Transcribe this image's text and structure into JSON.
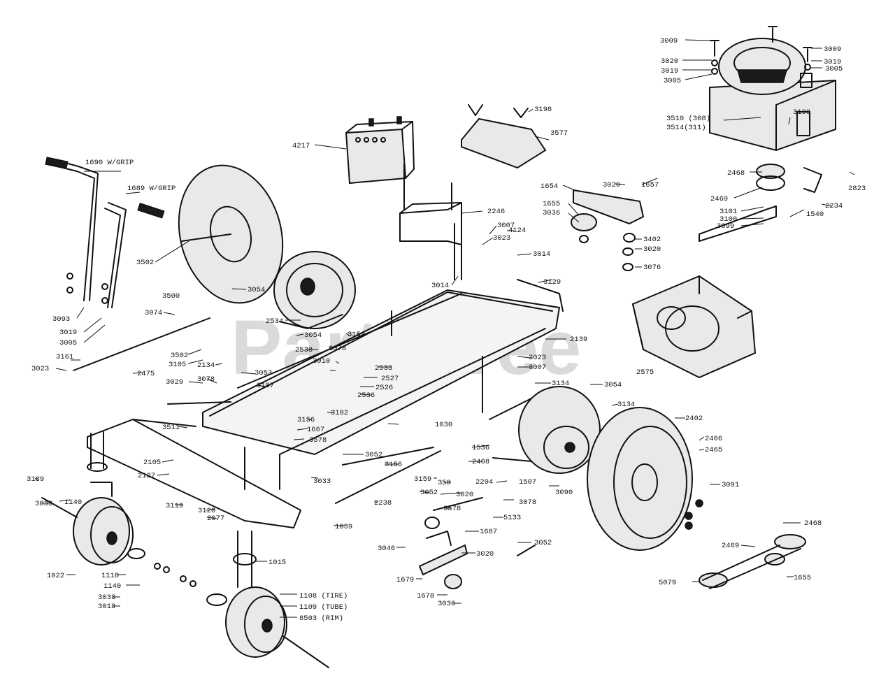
{
  "watermark": "PartsTree",
  "callouts": [
    {
      "id": "c3009a",
      "text": "3009"
    },
    {
      "id": "c3020a",
      "text": "3020"
    },
    {
      "id": "c3019a",
      "text": "3019"
    },
    {
      "id": "c3005a",
      "text": "3005"
    },
    {
      "id": "c3009b",
      "text": "3009"
    },
    {
      "id": "c3019b",
      "text": "3019"
    },
    {
      "id": "c3005b",
      "text": "3005"
    },
    {
      "id": "c3198",
      "text": "3198"
    },
    {
      "id": "c3577",
      "text": "3577"
    },
    {
      "id": "c3510",
      "text": "3510 (308)"
    },
    {
      "id": "c3514",
      "text": "3514(311)"
    },
    {
      "id": "c3199",
      "text": "3199"
    },
    {
      "id": "c4217",
      "text": "4217"
    },
    {
      "id": "c1690",
      "text": "1690 W/GRIP"
    },
    {
      "id": "c1689",
      "text": "1689 W/GRIP"
    },
    {
      "id": "c2468a",
      "text": "2468"
    },
    {
      "id": "c2823",
      "text": "2823"
    },
    {
      "id": "c1654",
      "text": "1654"
    },
    {
      "id": "c3020b",
      "text": "3020"
    },
    {
      "id": "c1657",
      "text": "1657"
    },
    {
      "id": "c2469a",
      "text": "2469"
    },
    {
      "id": "c2234",
      "text": "2234"
    },
    {
      "id": "c1655a",
      "text": "1655"
    },
    {
      "id": "c3036a",
      "text": "3036"
    },
    {
      "id": "c3101",
      "text": "3101"
    },
    {
      "id": "c3100",
      "text": "3100"
    },
    {
      "id": "c3099",
      "text": "3099"
    },
    {
      "id": "c1540",
      "text": "1540"
    },
    {
      "id": "c2246",
      "text": "2246"
    },
    {
      "id": "c3007a",
      "text": "3007"
    },
    {
      "id": "c3023a",
      "text": "3023"
    },
    {
      "id": "c4124",
      "text": "4124"
    },
    {
      "id": "c3402",
      "text": "3402"
    },
    {
      "id": "c3020c",
      "text": "3020"
    },
    {
      "id": "c3502a",
      "text": "3502"
    },
    {
      "id": "c3014a",
      "text": "3014"
    },
    {
      "id": "c3076",
      "text": "3076"
    },
    {
      "id": "c3014b",
      "text": "3014"
    },
    {
      "id": "c3129",
      "text": "3129"
    },
    {
      "id": "c3500",
      "text": "3500"
    },
    {
      "id": "c3054a",
      "text": "3054"
    },
    {
      "id": "c3074",
      "text": "3074"
    },
    {
      "id": "c3093",
      "text": "3093"
    },
    {
      "id": "c3019c",
      "text": "3019"
    },
    {
      "id": "c3005c",
      "text": "3005"
    },
    {
      "id": "c2534",
      "text": "2534"
    },
    {
      "id": "c3054b",
      "text": "3054"
    },
    {
      "id": "c3159a",
      "text": "3159"
    },
    {
      "id": "c2139",
      "text": "2139"
    },
    {
      "id": "c3502b",
      "text": "3502"
    },
    {
      "id": "c2538",
      "text": "2538"
    },
    {
      "id": "c3078a",
      "text": "3078"
    },
    {
      "id": "c3161",
      "text": "3161"
    },
    {
      "id": "c3105",
      "text": "3105"
    },
    {
      "id": "c2134",
      "text": "2134"
    },
    {
      "id": "c3010",
      "text": "3010"
    },
    {
      "id": "c3023b",
      "text": "3023"
    },
    {
      "id": "c2533",
      "text": "2533"
    },
    {
      "id": "c3007b",
      "text": "3007"
    },
    {
      "id": "c3023c",
      "text": "3023"
    },
    {
      "id": "c2475",
      "text": "2475"
    },
    {
      "id": "c3053",
      "text": "3053"
    },
    {
      "id": "c2527",
      "text": "2527"
    },
    {
      "id": "c2526",
      "text": "2526"
    },
    {
      "id": "c2575",
      "text": "2575"
    },
    {
      "id": "c3029",
      "text": "3029"
    },
    {
      "id": "c3078b",
      "text": "3078"
    },
    {
      "id": "c3107",
      "text": "3107"
    },
    {
      "id": "c2536",
      "text": "2536"
    },
    {
      "id": "c3134a",
      "text": "3134"
    },
    {
      "id": "c3054c",
      "text": "3054"
    },
    {
      "id": "c3182",
      "text": "3182"
    },
    {
      "id": "c3156a",
      "text": "3156"
    },
    {
      "id": "c3134b",
      "text": "3134"
    },
    {
      "id": "c2402",
      "text": "2402"
    },
    {
      "id": "c3511",
      "text": "3511"
    },
    {
      "id": "c1667",
      "text": "1667"
    },
    {
      "id": "c1030",
      "text": "1030"
    },
    {
      "id": "c2466",
      "text": "2466"
    },
    {
      "id": "c3578a",
      "text": "3578"
    },
    {
      "id": "c1536",
      "text": "1536"
    },
    {
      "id": "c2465",
      "text": "2465"
    },
    {
      "id": "c2105",
      "text": "2105"
    },
    {
      "id": "c3052a",
      "text": "3052"
    },
    {
      "id": "c3156b",
      "text": "3156"
    },
    {
      "id": "c2408",
      "text": "2408"
    },
    {
      "id": "c2127",
      "text": "2127"
    },
    {
      "id": "c3159b",
      "text": "3159"
    },
    {
      "id": "c358",
      "text": "358"
    },
    {
      "id": "c2204",
      "text": "2204"
    },
    {
      "id": "c1507",
      "text": "1507"
    },
    {
      "id": "c3090",
      "text": "3090"
    },
    {
      "id": "c3189",
      "text": "3189"
    },
    {
      "id": "c3033a",
      "text": "3033"
    },
    {
      "id": "c3091",
      "text": "3091"
    },
    {
      "id": "c1140a",
      "text": "1140"
    },
    {
      "id": "c3119",
      "text": "3119"
    },
    {
      "id": "c3120",
      "text": "3120"
    },
    {
      "id": "c3052b",
      "text": "3052"
    },
    {
      "id": "c3020d",
      "text": "3020"
    },
    {
      "id": "c3078c",
      "text": "3078"
    },
    {
      "id": "c3033b",
      "text": "3033"
    },
    {
      "id": "c2238",
      "text": "2238"
    },
    {
      "id": "c5133",
      "text": "5133"
    },
    {
      "id": "c2077",
      "text": "2077"
    },
    {
      "id": "c1039",
      "text": "1039"
    },
    {
      "id": "c3578b",
      "text": "3578"
    },
    {
      "id": "c1687",
      "text": "1687"
    },
    {
      "id": "c2468b",
      "text": "2468"
    },
    {
      "id": "c2469b",
      "text": "2469"
    },
    {
      "id": "c3052c",
      "text": "3052"
    },
    {
      "id": "c3046",
      "text": "3046"
    },
    {
      "id": "c3020e",
      "text": "3020"
    },
    {
      "id": "c1015",
      "text": "1015"
    },
    {
      "id": "c1110",
      "text": "1110"
    },
    {
      "id": "c1022",
      "text": "1022"
    },
    {
      "id": "c1140b",
      "text": "1140"
    },
    {
      "id": "c1679",
      "text": "1679"
    },
    {
      "id": "c1655b",
      "text": "1655"
    },
    {
      "id": "c3033c",
      "text": "3033"
    },
    {
      "id": "c5079",
      "text": "5079"
    },
    {
      "id": "c1678",
      "text": "1678"
    },
    {
      "id": "c3013",
      "text": "3013"
    },
    {
      "id": "c3036b",
      "text": "3036"
    },
    {
      "id": "c1108",
      "text": "1108 (TIRE)"
    },
    {
      "id": "c1109",
      "text": "1109 (TUBE)"
    },
    {
      "id": "c8503",
      "text": "8503 (RIM)"
    }
  ]
}
